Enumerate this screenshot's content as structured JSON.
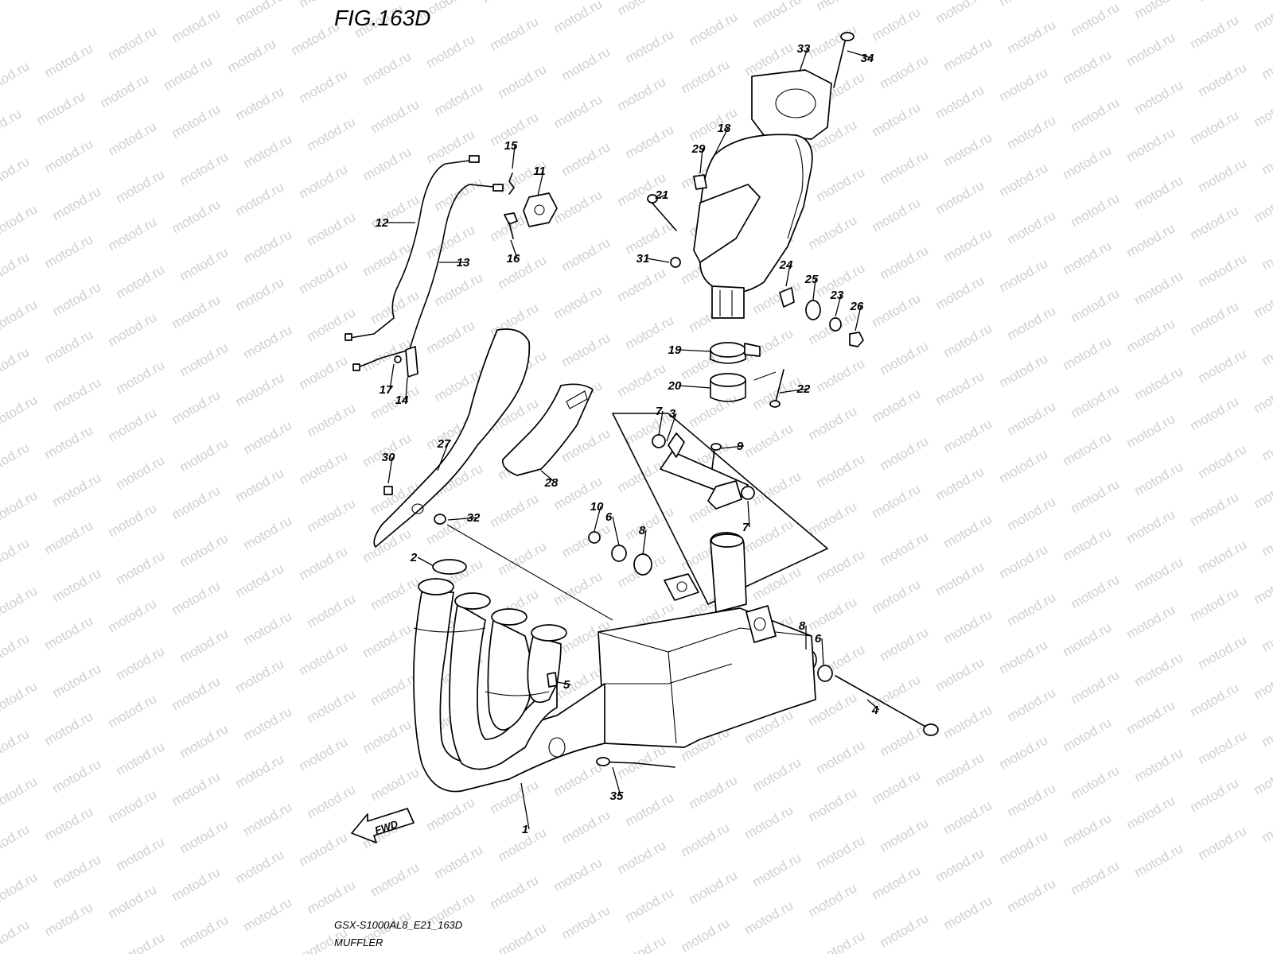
{
  "figure": {
    "title": "FIG.163D"
  },
  "watermark": {
    "text": "motod.ru"
  },
  "footer": {
    "code": "GSX-S1000AL8_E21_163D",
    "section": "MUFFLER"
  },
  "direction_marker": {
    "label": "FWD",
    "icon": "arrow-left-down"
  },
  "callouts": [
    "1",
    "2",
    "3",
    "4",
    "5",
    "6",
    "6",
    "7",
    "7",
    "8",
    "8",
    "9",
    "10",
    "11",
    "12",
    "13",
    "14",
    "15",
    "16",
    "17",
    "18",
    "19",
    "20",
    "21",
    "22",
    "23",
    "24",
    "25",
    "26",
    "27",
    "28",
    "29",
    "30",
    "31",
    "32",
    "33",
    "34",
    "35"
  ]
}
